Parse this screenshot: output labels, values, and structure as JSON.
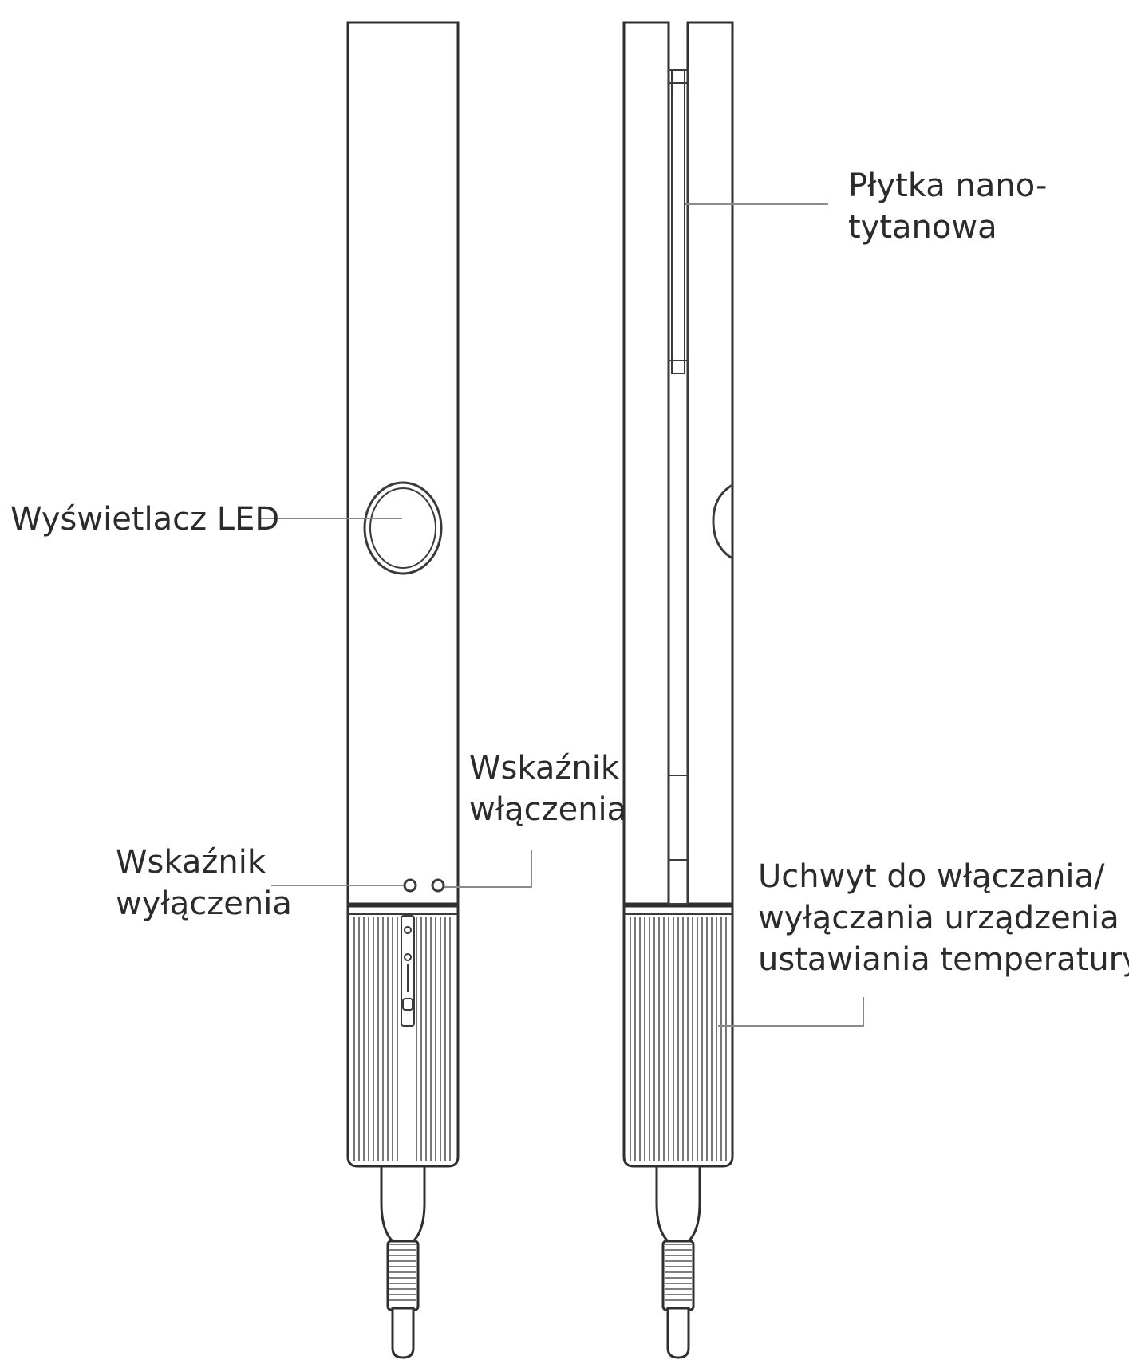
{
  "labels": {
    "plate": [
      "Płytka nano-",
      "tytanowa"
    ],
    "led_display": [
      "Wyświetlacz LED"
    ],
    "power_on_indicator": [
      "Wskaźnik",
      "włączenia"
    ],
    "power_off_indicator": [
      "Wskaźnik",
      "wyłączenia"
    ],
    "handle": [
      "Uchwyt do włączania/",
      "wyłączania urządzenia i",
      "ustawiania temperatury"
    ]
  },
  "colors": {
    "line": "#2f2f2f",
    "leader": "#8a8a8a",
    "text": "#2b2b2b"
  }
}
